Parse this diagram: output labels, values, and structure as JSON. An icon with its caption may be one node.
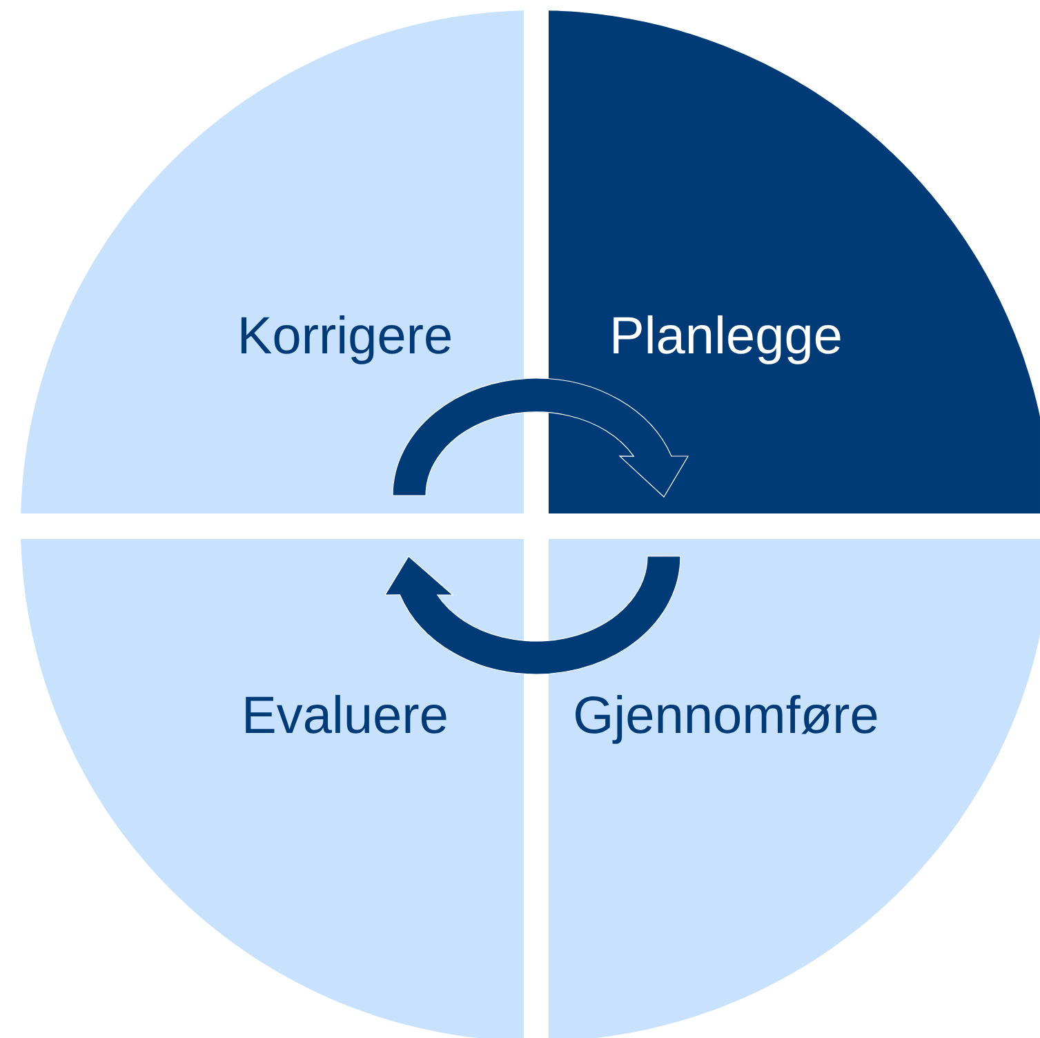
{
  "diagram": {
    "nodes": [
      {
        "text": [
          "Korrigere"
        ]
      },
      {
        "text": [
          "Planlegge"
        ]
      },
      {
        "text": [
          "Evaluere"
        ]
      },
      {
        "text": [
          "Gjennomføre"
        ]
      }
    ],
    "edges": [
      {
        "from": 0,
        "to": 1,
        "arrow": "to"
      },
      {
        "from": 3,
        "to": 2,
        "arrow": "to"
      }
    ]
  }
}
